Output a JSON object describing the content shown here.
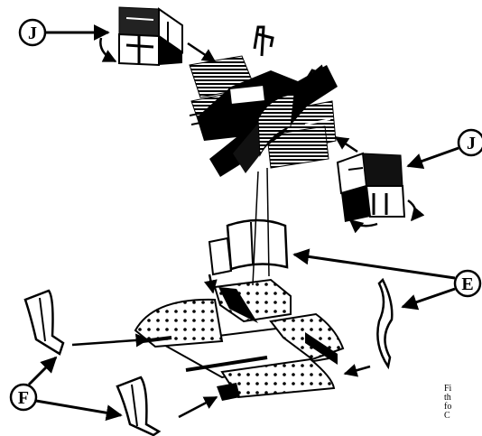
{
  "callouts": [
    {
      "id": "J-top",
      "label": "J"
    },
    {
      "id": "J-right",
      "label": "J"
    },
    {
      "id": "E-right",
      "label": "E"
    },
    {
      "id": "F-left",
      "label": "F"
    }
  ],
  "caption_fragment": "Fi\nth\nfo\nC"
}
